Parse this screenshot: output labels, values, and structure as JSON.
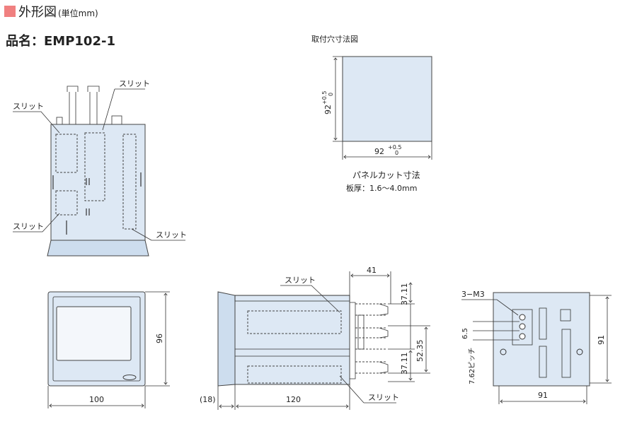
{
  "header": {
    "section_title": "外形図",
    "unit_note": "(単位mm)",
    "product_label": "品名：EMP102-1"
  },
  "panel_cut": {
    "title": "取付穴寸法図",
    "height_label": "92",
    "height_tol": "+0.5",
    "height_tol_low": "0",
    "width_label": "92",
    "width_tol": "+0.5",
    "width_tol_low": "0",
    "caption": "パネルカット寸法",
    "thickness": "板厚：1.6～4.0mm"
  },
  "top_view": {
    "slit_labels": [
      "スリット",
      "スリット",
      "スリット",
      "スリット"
    ]
  },
  "front_view": {
    "width": "100",
    "height": "96"
  },
  "side_view": {
    "bezel": "(18)",
    "depth": "120",
    "terminal_depth": "41",
    "slit_upper": "スリット",
    "slit_lower": "スリット",
    "dim_upper": "37.11",
    "dim_mid": "52.35",
    "dim_lower": "37.11"
  },
  "rear_view": {
    "screw_label": "3−M3",
    "pitch_small": "6.5",
    "pitch_label": "7.62ピッチ",
    "width": "91",
    "height": "91"
  },
  "colors": {
    "accent": "#f08080",
    "body": "#dde8f4"
  }
}
